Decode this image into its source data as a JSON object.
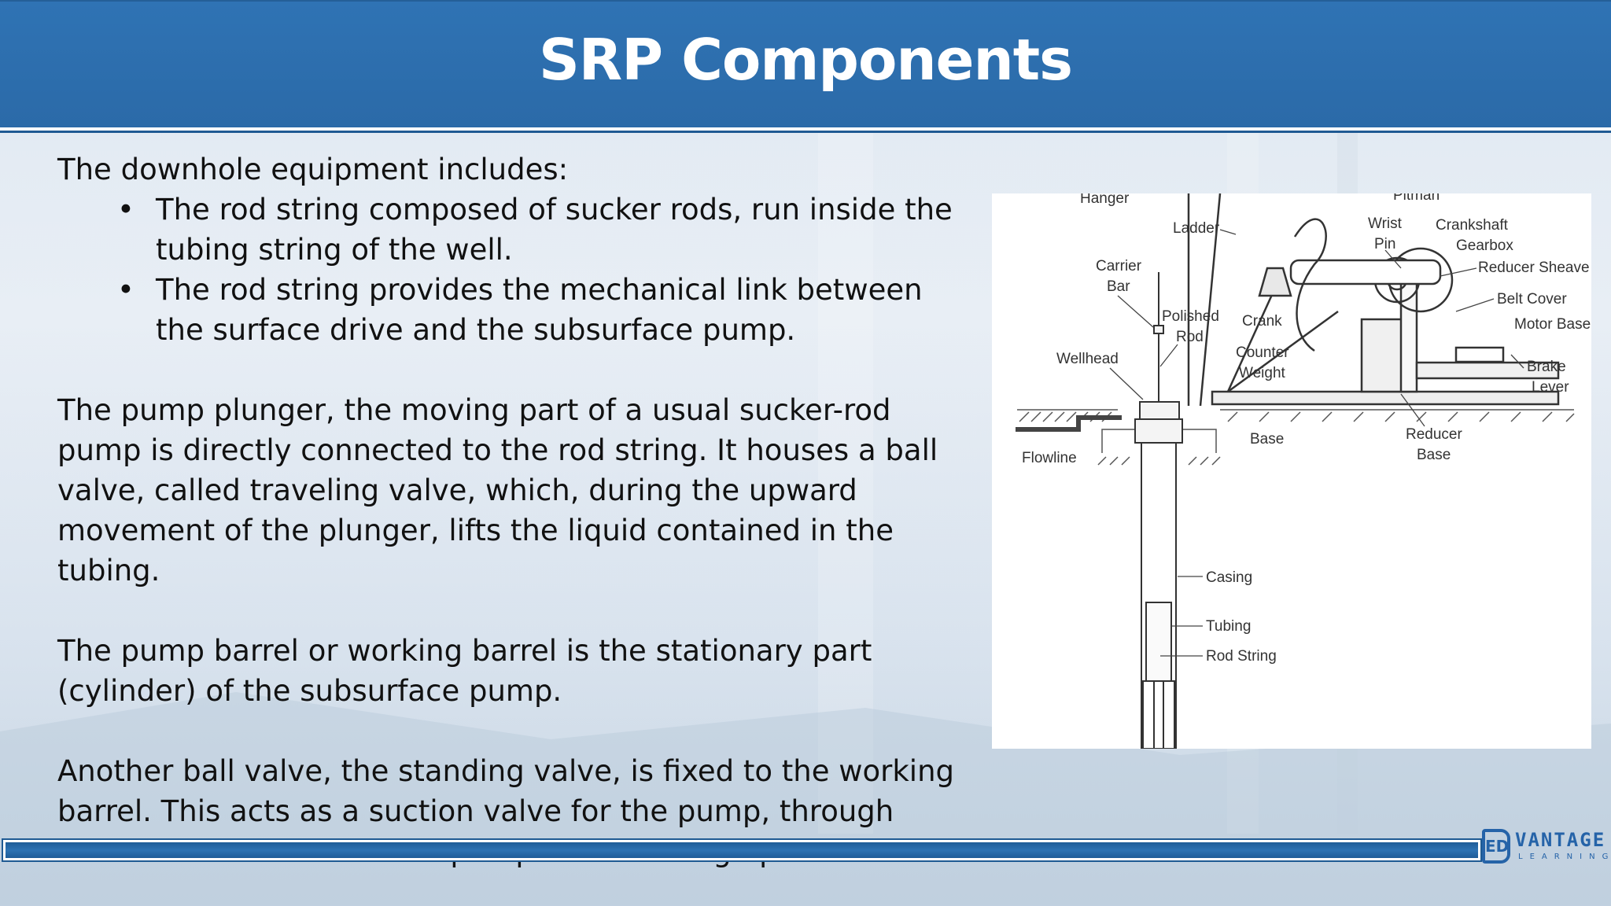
{
  "slide": {
    "title": "SRP Components"
  },
  "content": {
    "intro": "The downhole equipment includes:",
    "bullets": [
      "The rod string composed of sucker rods, run inside the tubing string of the well.",
      "The rod string provides the mechanical link between the surface drive and the subsurface pump."
    ],
    "paragraphs": [
      "The pump plunger, the moving part of a usual sucker-rod pump is directly connected to the rod string. It houses a ball valve, called traveling valve, which, during the upward movement of the plunger, lifts the liquid contained in the tubing.",
      "The pump barrel or working barrel is the stationary part (cylinder) of the subsurface pump.",
      "Another ball valve, the standing valve, is fixed to the working barrel. This acts as a suction valve for the pump, through which well fluids enter the pump barrel during upstroke."
    ]
  },
  "diagram": {
    "labels": {
      "hanger": "Hanger",
      "pitman": "Pitman",
      "ladder": "Ladder",
      "wrist": "Wrist",
      "pin": "Pin",
      "crankshaft": "Crankshaft",
      "gearbox": "Gearbox",
      "reducer_sheave": "Reducer Sheave",
      "belt_cover": "Belt Cover",
      "motor_base": "Motor Base",
      "carrier": "Carrier",
      "bar": "Bar",
      "polished": "Polished",
      "rod": "Rod",
      "crank": "Crank",
      "counter": "Counter",
      "weight": "Weight",
      "wellhead": "Wellhead",
      "brake": "Brake",
      "lever": "Lever",
      "flowline": "Flowline",
      "base": "Base",
      "reducer": "Reducer",
      "reducer_base": "Base",
      "casing": "Casing",
      "tubing": "Tubing",
      "rod_string": "Rod String"
    }
  },
  "logo": {
    "mark": "ED",
    "name": "VANTAGE",
    "sub": "LEARNING"
  },
  "colors": {
    "title_bar": "#2f73b4",
    "footer_line": "#2d72b3",
    "logo": "#2563a8"
  }
}
